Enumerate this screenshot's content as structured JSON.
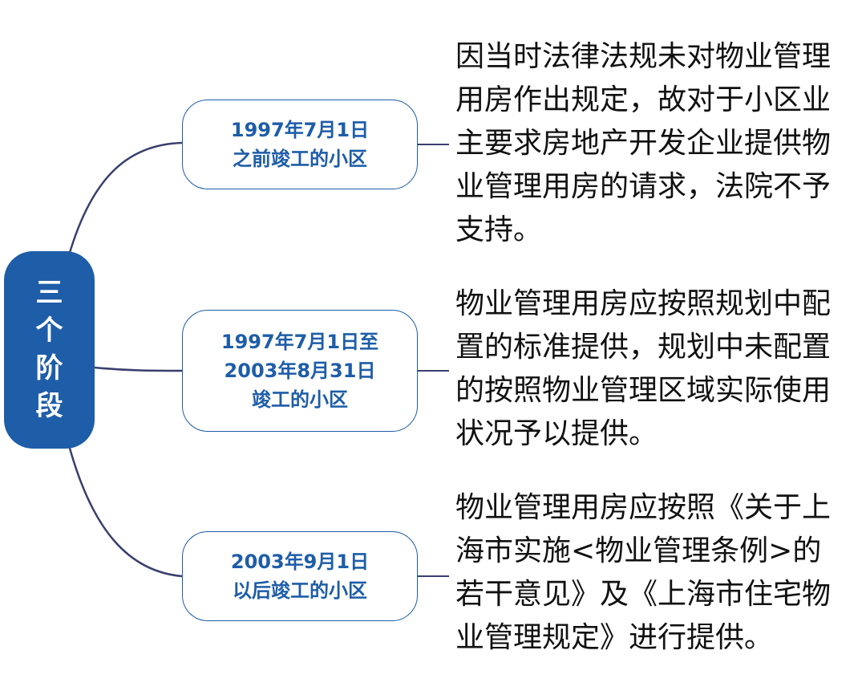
{
  "root": {
    "chars": [
      "三",
      "个",
      "阶",
      "段"
    ]
  },
  "branches": [
    {
      "lines": [
        "1997年7月1日",
        "之前竣工的小区"
      ],
      "description": [
        "因当时法律法规未对物业管理",
        "用房作出规定，故对于小区业",
        "主要求房地产开发企业提供物",
        "业管理用房的请求，法院不予",
        "支持。"
      ]
    },
    {
      "lines": [
        "1997年7月1日至",
        "2003年8月31日",
        "竣工的小区"
      ],
      "description": [
        "物业管理用房应按照规划中配",
        "置的标准提供，规划中未配置",
        "的按照物业管理区域实际使用",
        "状况予以提供。"
      ]
    },
    {
      "lines": [
        "2003年9月1日",
        "以后竣工的小区"
      ],
      "description": [
        "物业管理用房应按照《关于上",
        "海市实施<物业管理条例>的",
        "若干意见》及《上海市住宅物",
        "业管理规定》进行提供。"
      ]
    }
  ],
  "colors": {
    "accent": "#1e5da8",
    "connector": "#3a3f6e",
    "text": "#111111"
  }
}
